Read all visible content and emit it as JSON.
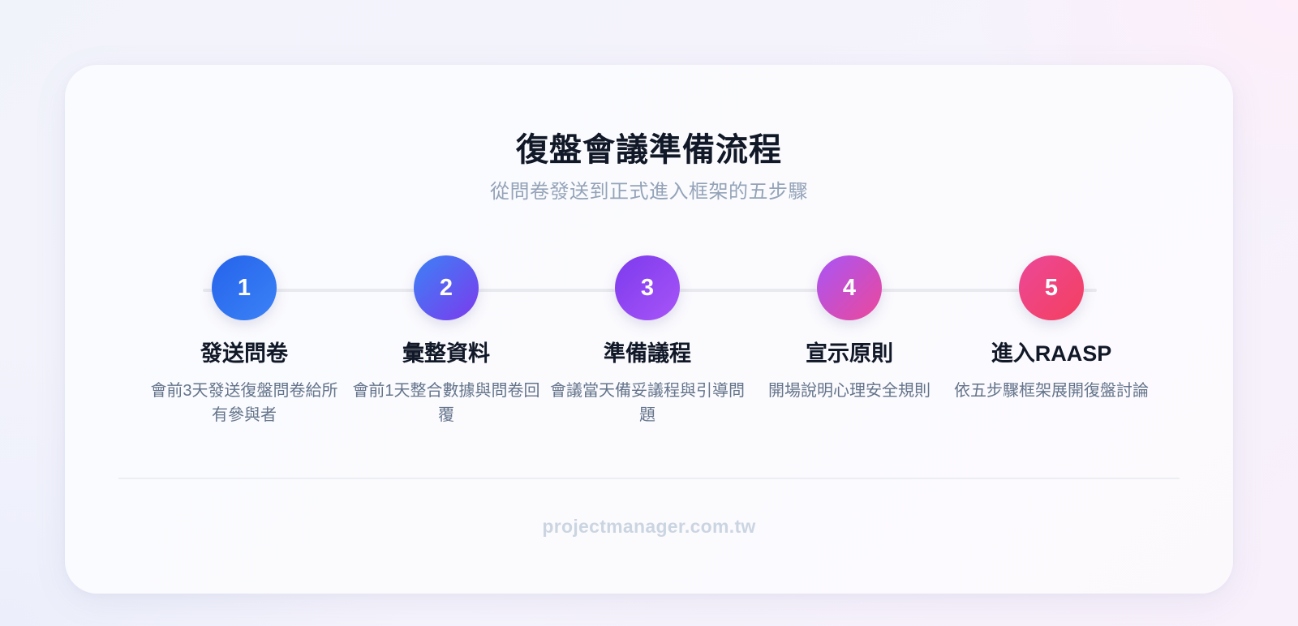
{
  "header": {
    "title": "復盤會議準備流程",
    "subtitle": "從問卷發送到正式進入框架的五步驟"
  },
  "steps": [
    {
      "number": "1",
      "title": "發送問卷",
      "description": "會前3天發送復盤問卷給所有參與者",
      "color_from": "#2563eb",
      "color_to": "#3b82f6"
    },
    {
      "number": "2",
      "title": "彙整資料",
      "description": "會前1天整合數據與問卷回覆",
      "color_from": "#3b82f6",
      "color_to": "#7c3aed"
    },
    {
      "number": "3",
      "title": "準備議程",
      "description": "會議當天備妥議程與引導問題",
      "color_from": "#7c3aed",
      "color_to": "#a855f7"
    },
    {
      "number": "4",
      "title": "宣示原則",
      "description": "開場說明心理安全規則",
      "color_from": "#a855f7",
      "color_to": "#ec4899"
    },
    {
      "number": "5",
      "title": "進入RAASP",
      "description": "依五步驟框架展開復盤討論",
      "color_from": "#ec4899",
      "color_to": "#f43f5e"
    }
  ],
  "footer": {
    "site": "projectmanager.com.tw"
  },
  "colors": {
    "title": "#111827",
    "subtitle": "#94a3b8",
    "description": "#64748b",
    "footer": "#cbd5e1",
    "track": "#e9eaef"
  }
}
